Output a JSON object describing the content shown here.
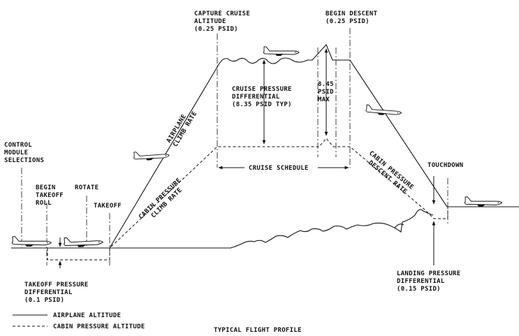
{
  "labels": {
    "capture_cruise": [
      "CAPTURE CRUISE",
      "ALTITUDE",
      "(0.25 PSID)"
    ],
    "begin_descent": [
      "BEGIN DESCENT",
      "(0.25 PSID)"
    ],
    "cruise_pressure": [
      "CRUISE PRESSURE",
      "DIFFERENTIAL",
      "(8.35 PSID TYP)"
    ],
    "max_psid": [
      "8.45",
      "PSID",
      "MAX"
    ],
    "airplane_climb": [
      "AIRPLANE",
      "CLIMB RATE"
    ],
    "cabin_climb": [
      "CABIN PRESSURE",
      "CLIMB RATE"
    ],
    "cruise_schedule": "CRUISE SCHEDULE",
    "cabin_descent": [
      "CABIN PRESSURE",
      "DESCENT RATE"
    ],
    "touchdown": "TOUCHDOWN",
    "control_module": [
      "CONTROL",
      "MODULE",
      "SELECTIONS"
    ],
    "begin_takeoff": [
      "BEGIN",
      "TAKEOFF",
      "ROLL"
    ],
    "rotate": "ROTATE",
    "takeoff": "TAKEOFF",
    "takeoff_pressure": [
      "TAKEOFF PRESSURE",
      "DIFFERENTIAL",
      "(0.1 PSID)"
    ],
    "landing_pressure": [
      "LANDING PRESSURE",
      "DIFFERENTIAL",
      "(0.15 PSID)"
    ]
  },
  "legend": {
    "airplane_altitude": "AIRPLANE ALTITUDE",
    "cabin_altitude": "CABIN PRESSURE ALTITUDE"
  },
  "title": "TYPICAL FLIGHT PROFILE"
}
